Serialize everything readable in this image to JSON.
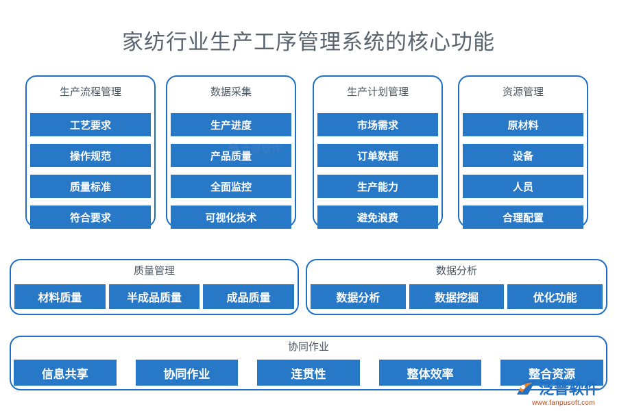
{
  "page": {
    "title": "家纺行业生产工序管理系统的核心功能",
    "accent_blue": "#2878c8",
    "border_blue": "#1f6fc4",
    "title_color": "#59646f",
    "background": "#ffffff"
  },
  "top_columns": [
    {
      "title": "生产流程管理",
      "items": [
        "工艺要求",
        "操作规范",
        "质量标准",
        "符合要求"
      ]
    },
    {
      "title": "数据采集",
      "items": [
        "生产进度",
        "产品质量",
        "全面监控",
        "可视化技术"
      ]
    },
    {
      "title": "生产计划管理",
      "items": [
        "市场需求",
        "订单数据",
        "生产能力",
        "避免浪费"
      ]
    },
    {
      "title": "资源管理",
      "items": [
        "原材料",
        "设备",
        "人员",
        "合理配置"
      ]
    }
  ],
  "middle_rows": [
    {
      "title": "质量管理",
      "items": [
        "材料质量",
        "半成品质量",
        "成品质量"
      ]
    },
    {
      "title": "数据分析",
      "items": [
        "数据分析",
        "数据挖掘",
        "优化功能"
      ]
    }
  ],
  "bottom_row": {
    "title": "协同作业",
    "items": [
      "信息共享",
      "协同作业",
      "连贯性",
      "整体效率",
      "整合资源"
    ]
  },
  "watermark": {
    "center_text": "泛普软件",
    "logo_name": "泛普软件",
    "logo_url": "www.fanpusoft.com"
  }
}
